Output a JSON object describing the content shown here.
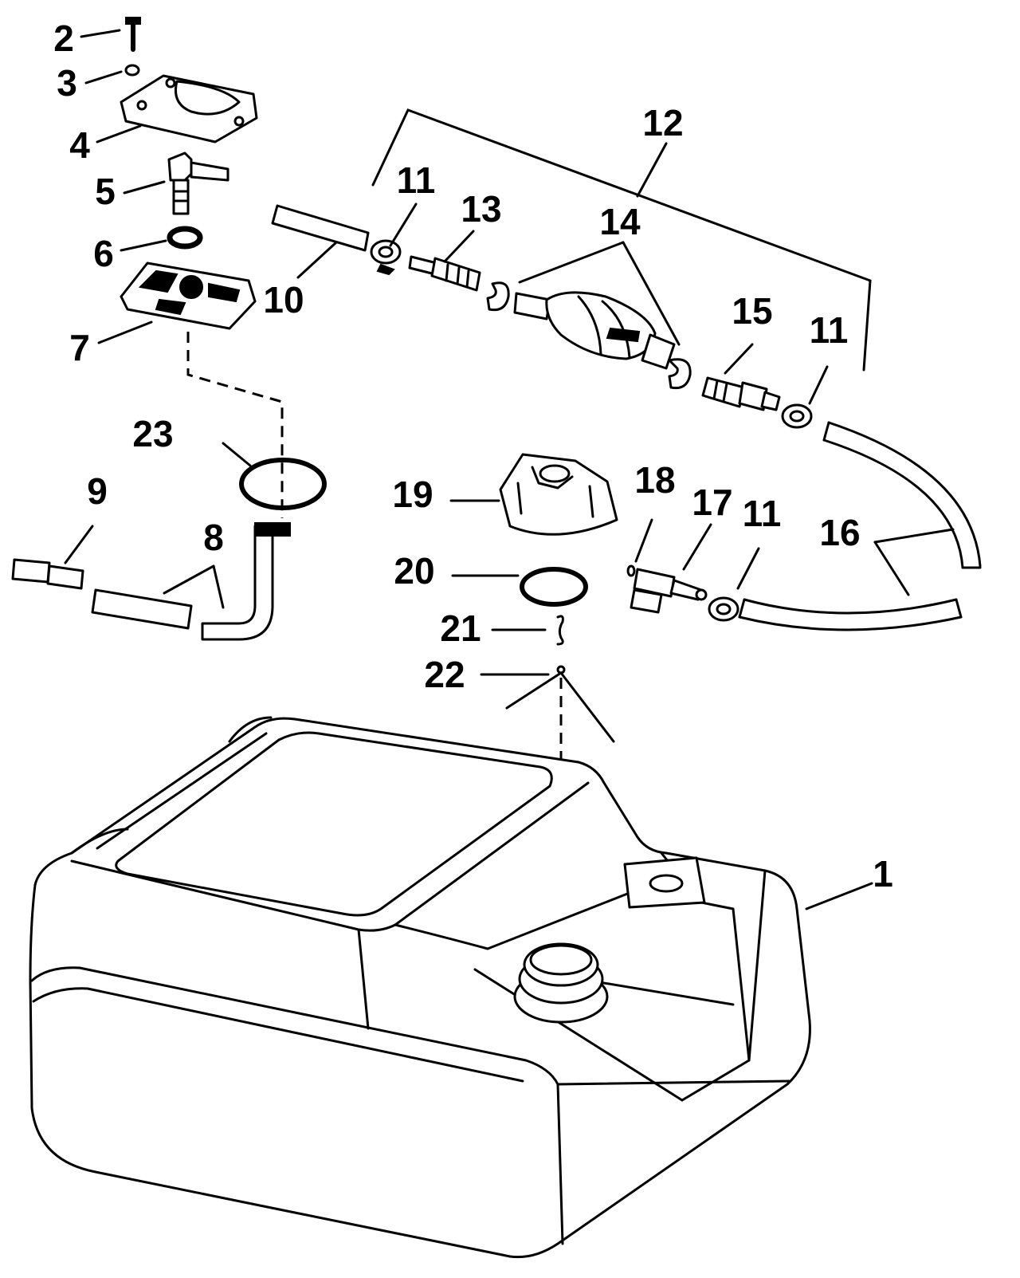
{
  "callouts": {
    "c1": "1",
    "c2": "2",
    "c3": "3",
    "c4": "4",
    "c5": "5",
    "c6": "6",
    "c7": "7",
    "c8": "8",
    "c9": "9",
    "c10": "10",
    "c11a": "11",
    "c11b": "11",
    "c11c": "11",
    "c12": "12",
    "c13": "13",
    "c14": "14",
    "c15": "15",
    "c16": "16",
    "c17": "17",
    "c18": "18",
    "c19": "19",
    "c20": "20",
    "c21": "21",
    "c22": "22",
    "c23": "23"
  }
}
